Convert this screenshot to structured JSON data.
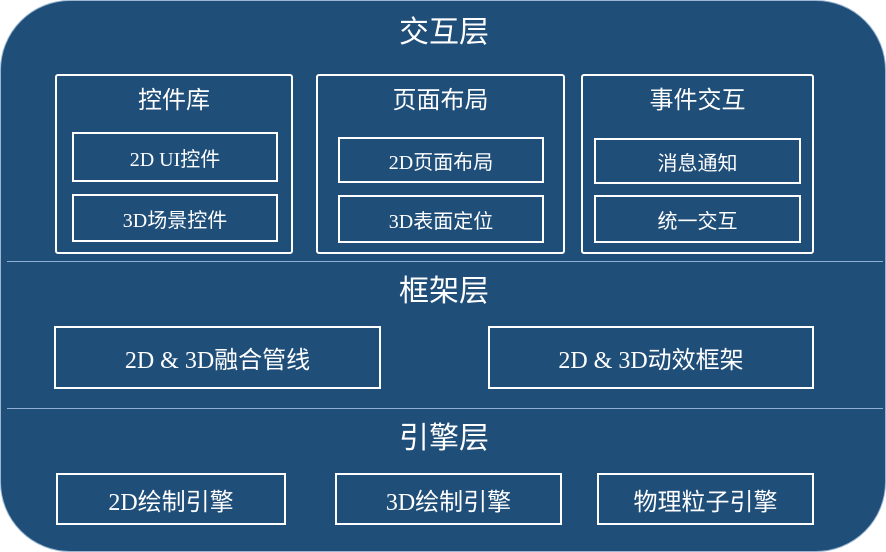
{
  "interaction_layer": {
    "title": "交互层",
    "groups": [
      {
        "title": "控件库",
        "items": [
          "2D UI控件",
          "3D场景控件"
        ]
      },
      {
        "title": "页面布局",
        "items": [
          "2D页面布局",
          "3D表面定位"
        ]
      },
      {
        "title": "事件交互",
        "items": [
          "消息通知",
          "统一交互"
        ]
      }
    ]
  },
  "framework_layer": {
    "title": "框架层",
    "items": [
      "2D & 3D融合管线",
      "2D & 3D动效框架"
    ]
  },
  "engine_layer": {
    "title": "引擎层",
    "items": [
      "2D绘制引擎",
      "3D绘制引擎",
      "物理粒子引擎"
    ]
  },
  "colors": {
    "background": "#1f4e79",
    "line": "#ffffff",
    "divider": "#8fb0d2"
  }
}
